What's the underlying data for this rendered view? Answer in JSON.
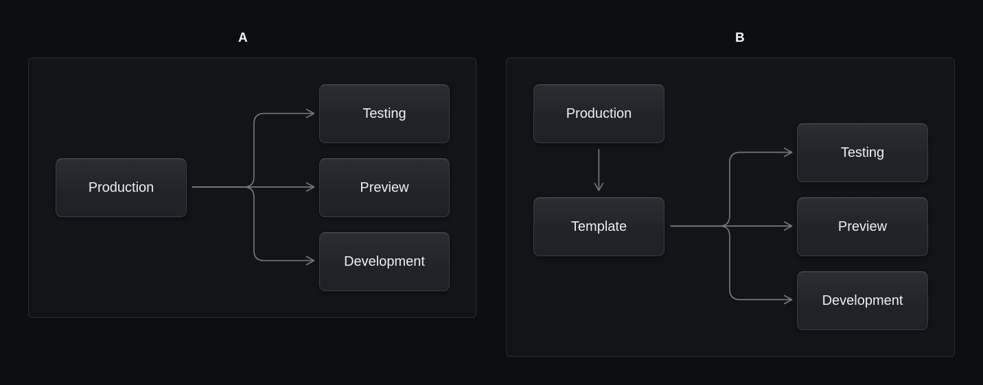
{
  "theme": {
    "page_bg": "#0d0e10",
    "panel_bg": "#131418",
    "panel_border": "#2a2c31",
    "node_fill_top": "#2b2d32",
    "node_fill_bottom": "#1f2126",
    "node_border": "#3a3d42",
    "node_text": "#eceef0",
    "edge_color": "#74777d",
    "title_color": "#f2f3f5"
  },
  "diagrams": {
    "a": {
      "title": "A",
      "nodes": {
        "production": {
          "label": "Production"
        },
        "testing": {
          "label": "Testing"
        },
        "preview": {
          "label": "Preview"
        },
        "development": {
          "label": "Development"
        }
      },
      "edges": [
        {
          "from": "Production",
          "to": "Testing"
        },
        {
          "from": "Production",
          "to": "Preview"
        },
        {
          "from": "Production",
          "to": "Development"
        }
      ]
    },
    "b": {
      "title": "B",
      "nodes": {
        "production": {
          "label": "Production"
        },
        "template": {
          "label": "Template"
        },
        "testing": {
          "label": "Testing"
        },
        "preview": {
          "label": "Preview"
        },
        "development": {
          "label": "Development"
        }
      },
      "edges": [
        {
          "from": "Production",
          "to": "Template"
        },
        {
          "from": "Template",
          "to": "Testing"
        },
        {
          "from": "Template",
          "to": "Preview"
        },
        {
          "from": "Template",
          "to": "Development"
        }
      ]
    }
  }
}
